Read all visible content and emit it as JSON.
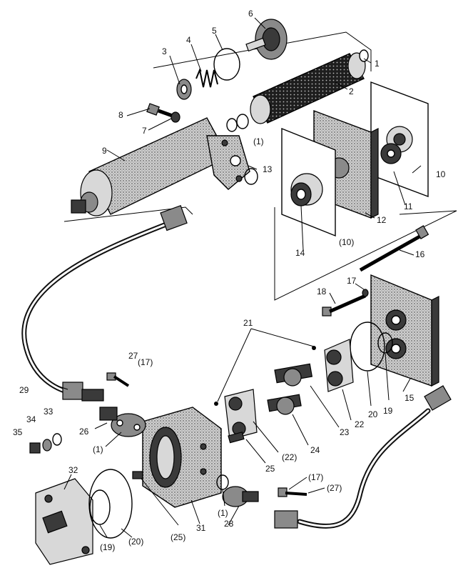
{
  "callouts": {
    "c1": "1",
    "c2": "2",
    "c3": "3",
    "c4": "4",
    "c5": "5",
    "c6": "6",
    "c7": "7",
    "c8": "8",
    "c9": "9",
    "c10": "10",
    "c11": "11",
    "c12": "12",
    "c13": "13",
    "c14": "14",
    "c15": "15",
    "c16": "16",
    "c17": "17",
    "c18": "18",
    "c19": "19",
    "c20": "20",
    "c21": "21",
    "c22": "22",
    "c23": "23",
    "c24": "24",
    "c25": "25",
    "c26": "26",
    "c27": "27",
    "c28": "28",
    "c29": "29",
    "c31": "31",
    "c32": "32",
    "c33": "33",
    "c34": "34",
    "c35": "35",
    "p1a": "(1)",
    "p10": "(10)",
    "p17a": "(17)",
    "p1b": "(1)",
    "p22": "(22)",
    "p19": "(19)",
    "p20": "(20)",
    "p25": "(25)",
    "p1c": "(1)",
    "p17b": "(17)",
    "p27": "(27)"
  }
}
